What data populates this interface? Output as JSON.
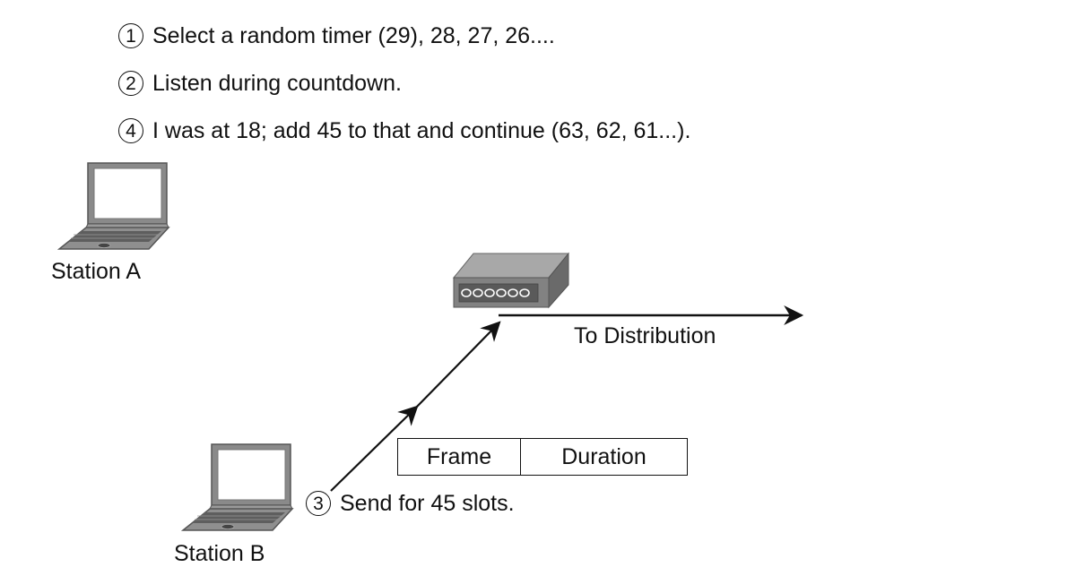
{
  "steps": [
    {
      "num": "1",
      "text": "Select a random timer (29), 28, 27, 26...."
    },
    {
      "num": "2",
      "text": "Listen during countdown."
    },
    {
      "num": "4",
      "text": "I was at 18; add 45 to that and continue (63, 62, 61...)."
    }
  ],
  "step3": {
    "num": "3",
    "text": "Send for 45 slots."
  },
  "stations": {
    "a": "Station A",
    "b": "Station B"
  },
  "access_point": {
    "link_label": "To Distribution"
  },
  "frame": {
    "field1": "Frame",
    "field2": "Duration"
  },
  "icons": {
    "laptop": "laptop-icon",
    "access_point": "access-point-icon",
    "arrow": "arrow-icon"
  }
}
